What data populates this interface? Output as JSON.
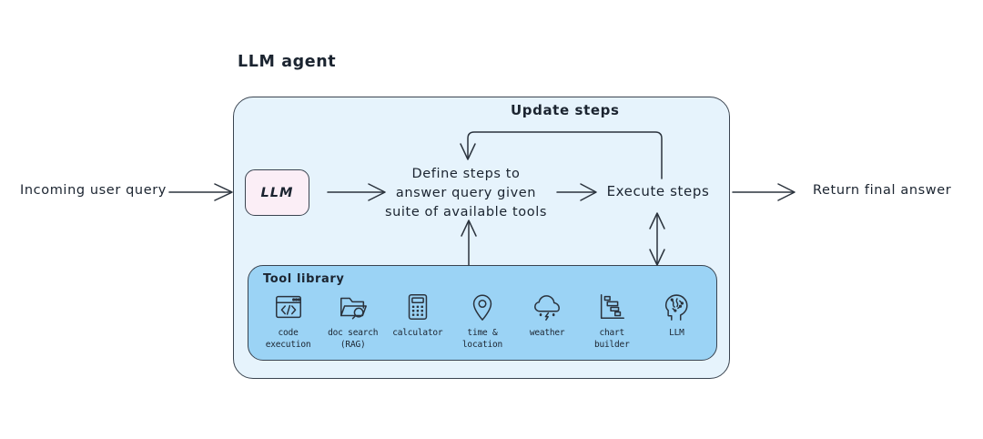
{
  "diagram": {
    "title": "LLM agent",
    "external_labels": {
      "incoming": "Incoming user query",
      "outgoing": "Return final answer"
    },
    "nodes": {
      "llm_box": "LLM",
      "define_steps": "Define steps to\nanswer query given\nsuite of available tools",
      "execute_steps": "Execute steps"
    },
    "edges": {
      "update_steps": "Update steps"
    },
    "tool_library": {
      "title": "Tool library",
      "tools": [
        {
          "label": "code\nexecution",
          "icon": "code-window-icon"
        },
        {
          "label": "doc search\n(RAG)",
          "icon": "folder-search-icon"
        },
        {
          "label": "calculator",
          "icon": "calculator-icon"
        },
        {
          "label": "time &\nlocation",
          "icon": "map-pin-icon"
        },
        {
          "label": "weather",
          "icon": "cloud-storm-icon"
        },
        {
          "label": "chart\nbuilder",
          "icon": "bar-chart-icon"
        },
        {
          "label": "LLM",
          "icon": "brain-head-icon"
        }
      ]
    },
    "colors": {
      "background": "#ffffff",
      "agent_fill": "#e6f3fc",
      "tool_library_fill": "#9bd3f5",
      "llm_box_fill": "#fbeef6",
      "stroke": "#3a4450",
      "text": "#1b2430"
    }
  }
}
